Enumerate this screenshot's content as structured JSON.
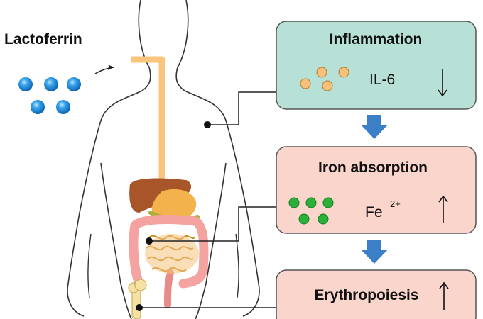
{
  "lactoferrin_label": "Lactoferrin",
  "boxes": {
    "inflammation": {
      "title": "Inflammation",
      "marker": "IL-6",
      "trend": "down",
      "fill": "#b7e1d7",
      "dot_color": "#f6c27b"
    },
    "iron_absorption": {
      "title": "Iron absorption",
      "marker": "Fe",
      "marker_superscript": "2+",
      "trend": "up",
      "fill": "#f9d5cb",
      "dot_color": "#2bb03a"
    },
    "erythropoiesis": {
      "title": "Erythropoiesis",
      "trend": "up",
      "fill": "#f9d5cb"
    }
  },
  "colors": {
    "lactoferrin_dot": "#1e90d8",
    "flow_arrow": "#3b7fc6",
    "esophagus": "#f9c57c",
    "liver": "#a9552a",
    "stomach": "#f3b24b",
    "intestine": "#f4a3a0",
    "bone": "#f5e1a4"
  },
  "icons": [
    "arrow-down-icon",
    "arrow-up-icon",
    "flow-arrow-icon"
  ]
}
